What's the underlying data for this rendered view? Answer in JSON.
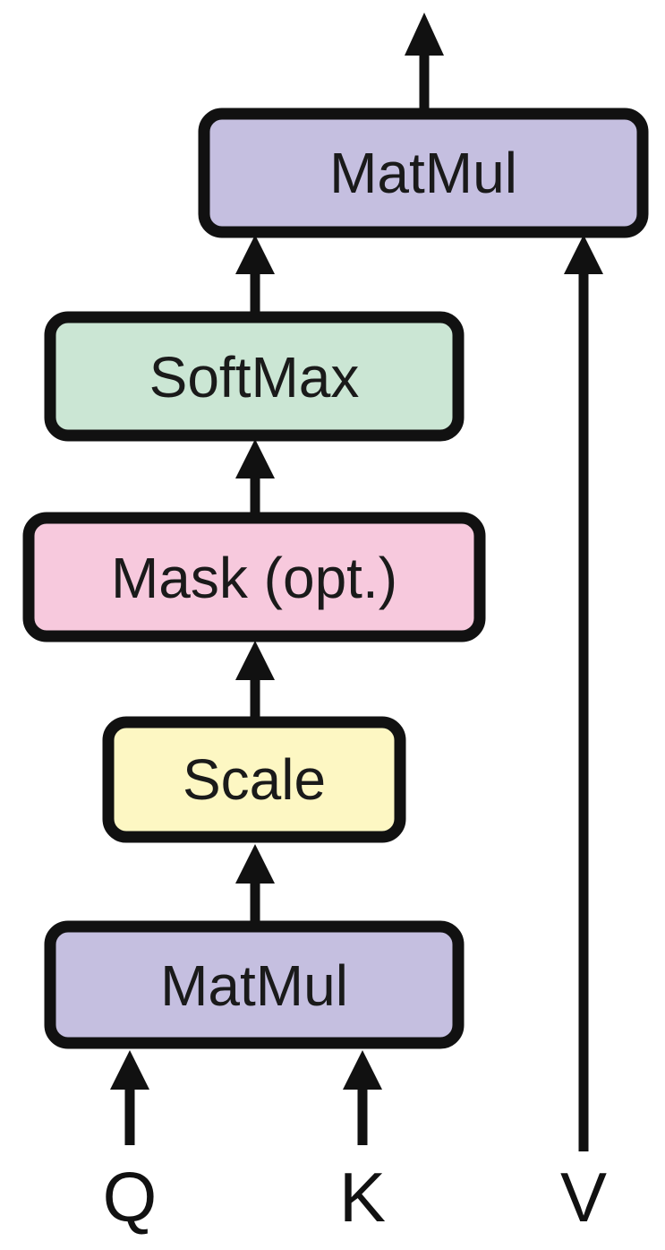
{
  "diagram": {
    "blocks": {
      "matmul_top": {
        "label": "MatMul",
        "fill": "#c5bfe0"
      },
      "softmax": {
        "label": "SoftMax",
        "fill": "#cbe6d4"
      },
      "mask": {
        "label": "Mask (opt.)",
        "fill": "#f7c9dd"
      },
      "scale": {
        "label": "Scale",
        "fill": "#fdf7c3"
      },
      "matmul_bottom": {
        "label": "MatMul",
        "fill": "#c5bfe0"
      }
    },
    "inputs": {
      "q": "Q",
      "k": "K",
      "v": "V"
    },
    "colors": {
      "stroke": "#111111"
    }
  }
}
